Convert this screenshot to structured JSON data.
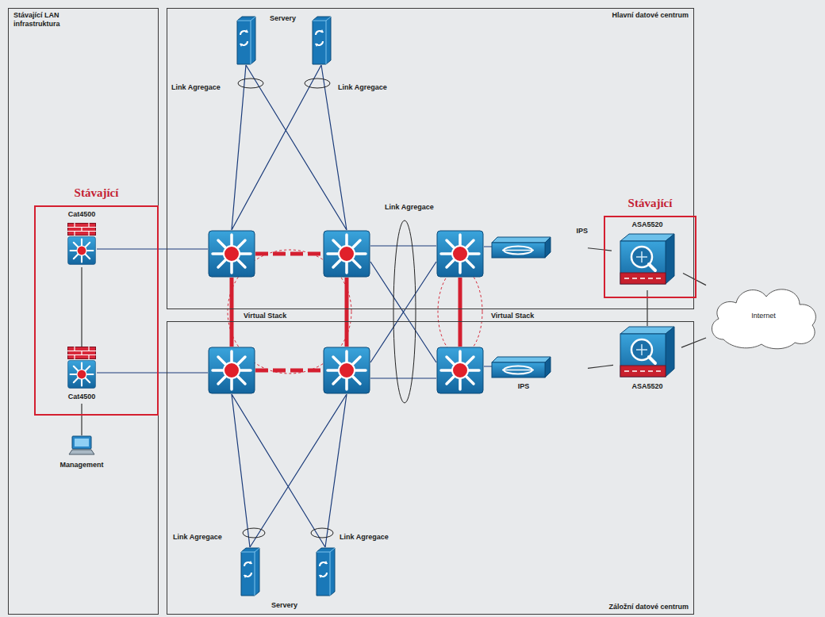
{
  "diagram": {
    "nodes": [
      {
        "text": [
          "Stávající LAN infrastruktura"
        ]
      },
      {
        "text": [
          "Stávající"
        ],
        "in": 0
      },
      {
        "text": [
          "Cat4500"
        ],
        "in": 1
      },
      {
        "text": [
          "Cat4500"
        ],
        "in": 1
      },
      {
        "text": [
          "Management"
        ],
        "in": 0
      },
      {
        "text": [
          "Hlavní datové centrum"
        ]
      },
      {
        "text": [
          "IPS"
        ],
        "in": 5
      },
      {
        "text": [
          "Stávající"
        ],
        "in": 5
      },
      {
        "text": [
          "ASA5520"
        ],
        "in": 7
      },
      {
        "text": [
          "Záložní datové centrum"
        ]
      },
      {
        "text": [
          "IPS"
        ],
        "in": 9
      },
      {
        "text": [
          "ASA5520"
        ],
        "in": 9
      },
      {
        "text": [
          "Internet"
        ]
      }
    ],
    "edges": [
      {
        "from": 2,
        "to": 3,
        "arrow": "none"
      },
      {
        "from": 3,
        "to": 4,
        "arrow": "none"
      },
      {
        "from": 6,
        "to": 8,
        "arrow": "none"
      },
      {
        "from": 10,
        "to": 11,
        "arrow": "none"
      },
      {
        "from": 8,
        "to": 11,
        "arrow": "none"
      },
      {
        "from": 8,
        "to": 12,
        "arrow": "none"
      },
      {
        "from": 11,
        "to": 12,
        "arrow": "none"
      }
    ],
    "labels": [
      "Servery",
      "Link Agregace",
      "Link Agregace",
      "Link Agregace",
      "Virtual Stack",
      "Virtual Stack",
      "Link Agregace",
      "Link Agregace",
      "Servery"
    ]
  }
}
